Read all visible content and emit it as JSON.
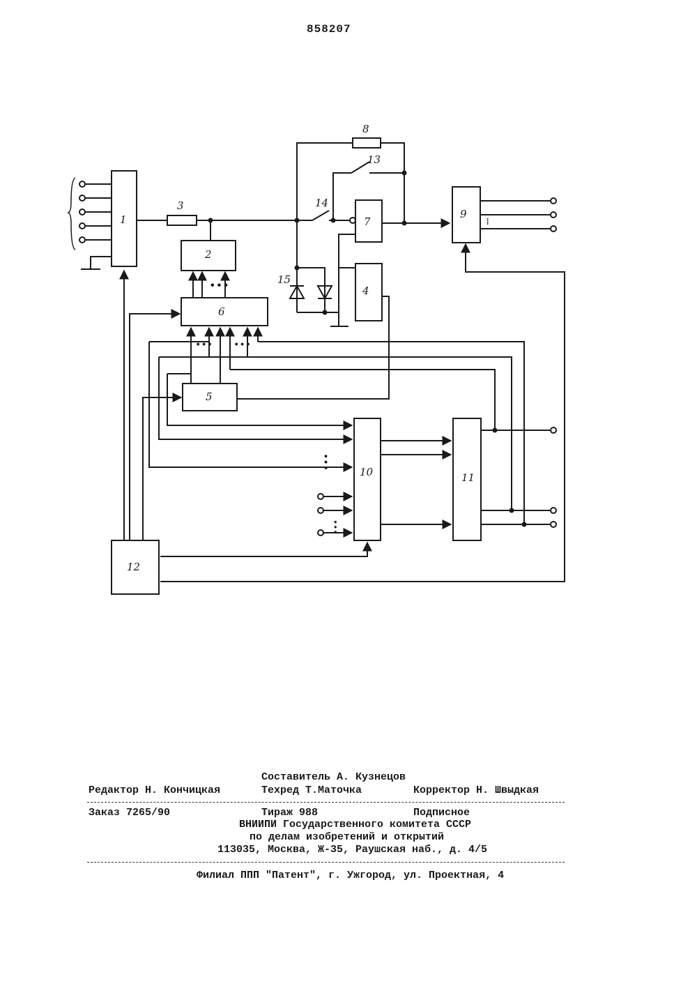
{
  "patent_number": "858207",
  "diagram": {
    "block_labels": {
      "b1": "1",
      "b2": "2",
      "b3": "3",
      "b4": "4",
      "b5": "5",
      "b6": "6",
      "b7": "7",
      "b8": "8",
      "b9": "9",
      "b10": "10",
      "b11": "11",
      "b12": "12",
      "b13": "13",
      "b14": "14",
      "b15": "15"
    }
  },
  "imprint": {
    "compiler": "Составитель А. Кузнецов",
    "editor": "Редактор Н. Кончицкая",
    "techred": "Техред Т.Маточка",
    "corrector": "Корректор Н. Швыдкая",
    "order": "Заказ 7265/90",
    "circulation": "Тираж 988",
    "subscription": "Подписное",
    "org_line1": "ВНИИПИ Государственного комитета СССР",
    "org_line2": "по делам изобретений и открытий",
    "address": "113035, Москва, Ж-35, Раушская наб., д. 4/5",
    "branch": "Филиал ППП \"Патент\", г. Ужгород, ул. Проектная, 4"
  }
}
